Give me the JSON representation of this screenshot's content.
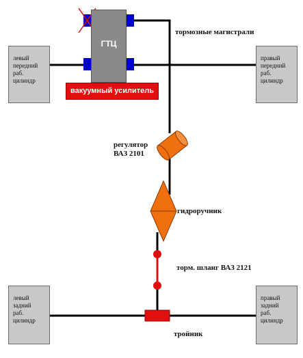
{
  "gtc_label": "ГТЦ",
  "vacuum_booster_label": "вакуумный усилитель",
  "brake_lines_label": "тормозные магистрали",
  "regulator_label": "регулятор\nВАЗ 2101",
  "handbrake_label": "гидроручник",
  "hose_label": "торм. шланг ВАЗ 2121",
  "tee_label": "тройник",
  "wheel_cylinders": {
    "front_left": "левый\nпередний\nраб.\nцилиндр",
    "front_right": "правый\nпередний\nраб.\nцилиндр",
    "rear_left": "левый\nзадний\nраб.\nцилиндр",
    "rear_right": "правый\nзадний\nраб.\nцилиндр"
  },
  "colors": {
    "line": "#000000",
    "gtc": "#8a8a8a",
    "port": "#0000cc",
    "booster": "#e01010",
    "regulator": "#f07010",
    "hose": "#e01010",
    "cylinder": "#c8c8c8"
  }
}
